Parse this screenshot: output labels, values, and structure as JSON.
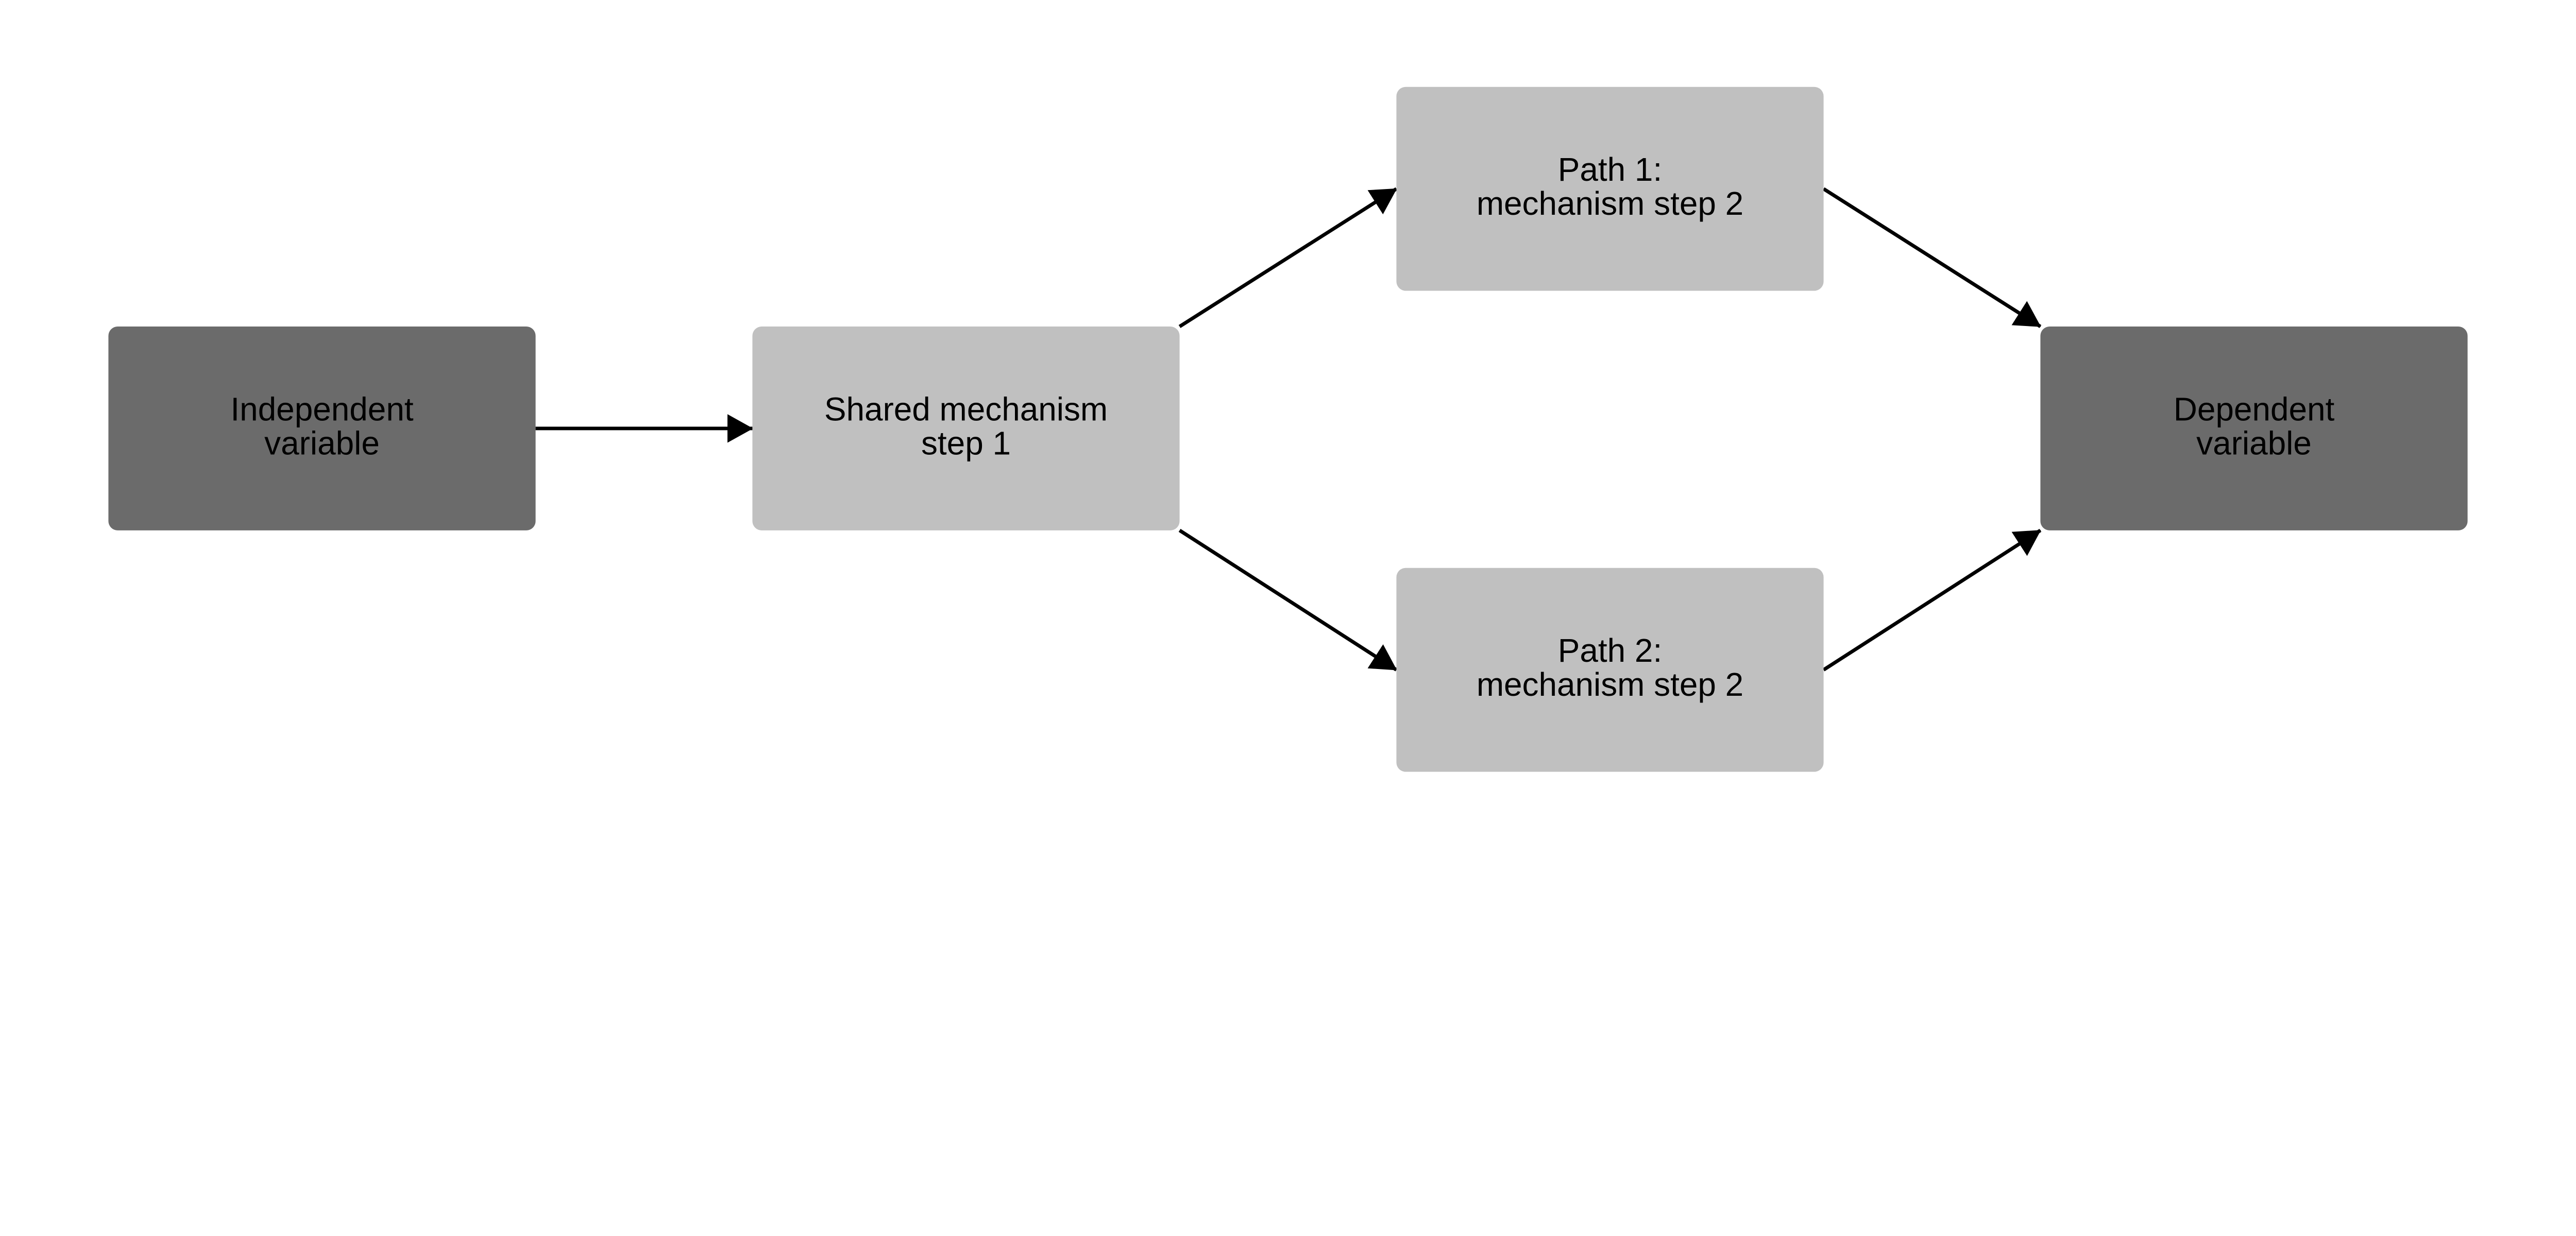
{
  "colors": {
    "dark_node": "#6b6b6b",
    "light_node": "#c0c0c0",
    "edge": "#000000"
  },
  "nodes": [
    {
      "id": "independent",
      "lines": [
        "Independent",
        "variable"
      ],
      "style": "dark"
    },
    {
      "id": "shared",
      "lines": [
        "Shared mechanism",
        "step 1"
      ],
      "style": "light"
    },
    {
      "id": "path1",
      "lines": [
        "Path 1:",
        "mechanism step 2"
      ],
      "style": "light"
    },
    {
      "id": "path2",
      "lines": [
        "Path 2:",
        "mechanism step 2"
      ],
      "style": "light"
    },
    {
      "id": "dependent",
      "lines": [
        "Dependent",
        "variable"
      ],
      "style": "dark"
    }
  ],
  "edges": [
    {
      "from": "independent",
      "to": "shared"
    },
    {
      "from": "shared",
      "to": "path1"
    },
    {
      "from": "shared",
      "to": "path2"
    },
    {
      "from": "path1",
      "to": "dependent"
    },
    {
      "from": "path2",
      "to": "dependent"
    }
  ]
}
